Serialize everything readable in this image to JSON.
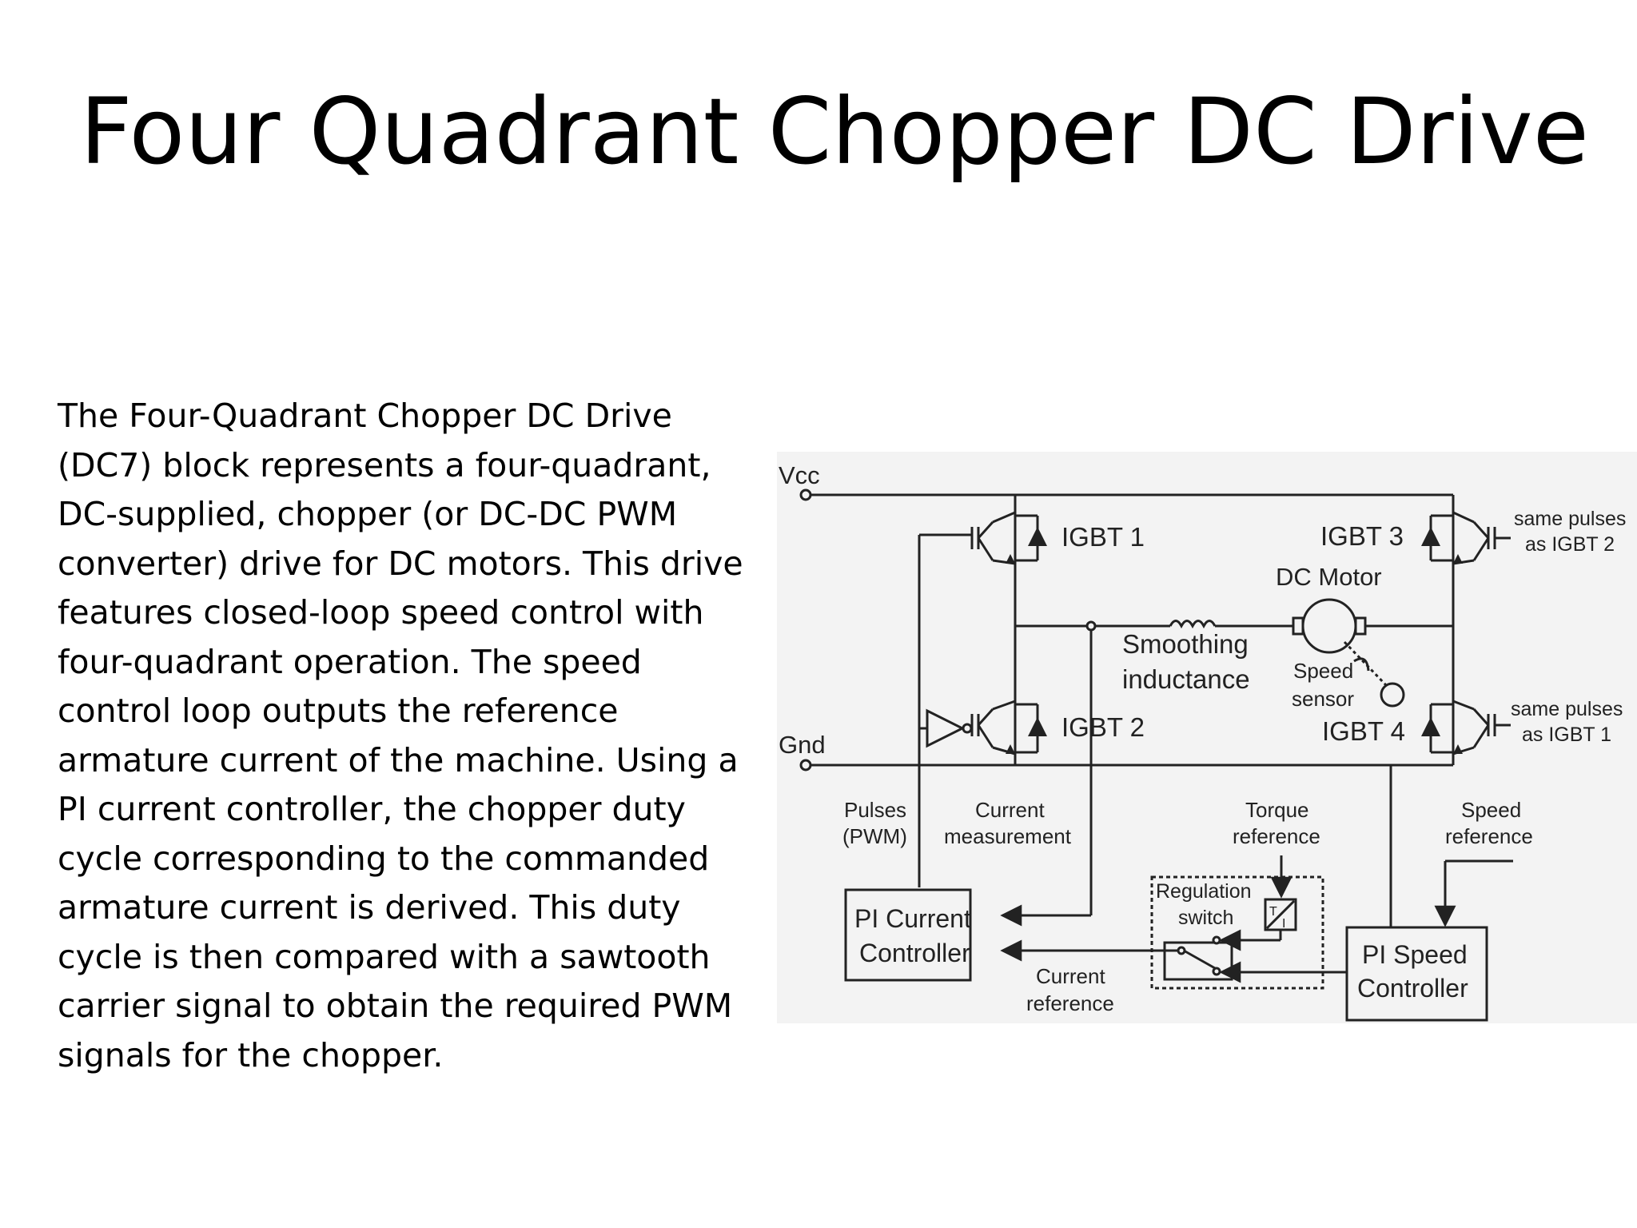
{
  "slide": {
    "title": "Four Quadrant Chopper DC Drive",
    "body_lines": [
      "The Four-Quadrant Chopper DC Drive",
      "(DC7) block represents a four-quadrant,",
      "DC-supplied, chopper (or DC-DC PWM",
      "converter) drive for DC motors. This drive",
      "features closed-loop speed control with",
      "four-quadrant operation. The speed",
      "control loop outputs the reference",
      "armature current of the machine. Using a",
      "PI current controller, the chopper duty",
      "cycle corresponding to the commanded",
      "armature current is derived. This duty",
      "cycle is then compared with a sawtooth",
      "carrier signal to obtain the required PWM",
      "signals for the chopper."
    ]
  },
  "diagram": {
    "rails": {
      "vcc": "Vcc",
      "gnd": "Gnd"
    },
    "igbt": {
      "igbt1": "IGBT 1",
      "igbt2": "IGBT 2",
      "igbt3": "IGBT 3",
      "igbt4": "IGBT 4"
    },
    "pulses_note_3": [
      "same pulses",
      "as IGBT 2"
    ],
    "pulses_note_4": [
      "same pulses",
      "as IGBT 1"
    ],
    "motor": "DC Motor",
    "inductance": [
      "Smoothing",
      "inductance"
    ],
    "speed_sensor": [
      "Speed",
      "sensor"
    ],
    "signal_labels": {
      "pulses": [
        "Pulses",
        "(PWM)"
      ],
      "current_measurement": [
        "Current",
        "measurement"
      ],
      "torque_reference": [
        "Torque",
        "reference"
      ],
      "speed_reference": [
        "Speed",
        "reference"
      ],
      "current_reference": [
        "Current",
        "reference"
      ]
    },
    "blocks": {
      "pi_current": [
        "PI Current",
        "Controller"
      ],
      "pi_speed": [
        "PI Speed",
        "Controller"
      ],
      "regulation_switch": [
        "Regulation",
        "switch"
      ],
      "torque_current_symbol": {
        "numerator": "T",
        "denominator": "I"
      }
    },
    "colors": {
      "background": "#f3f3f3",
      "ink": "#222222"
    }
  }
}
